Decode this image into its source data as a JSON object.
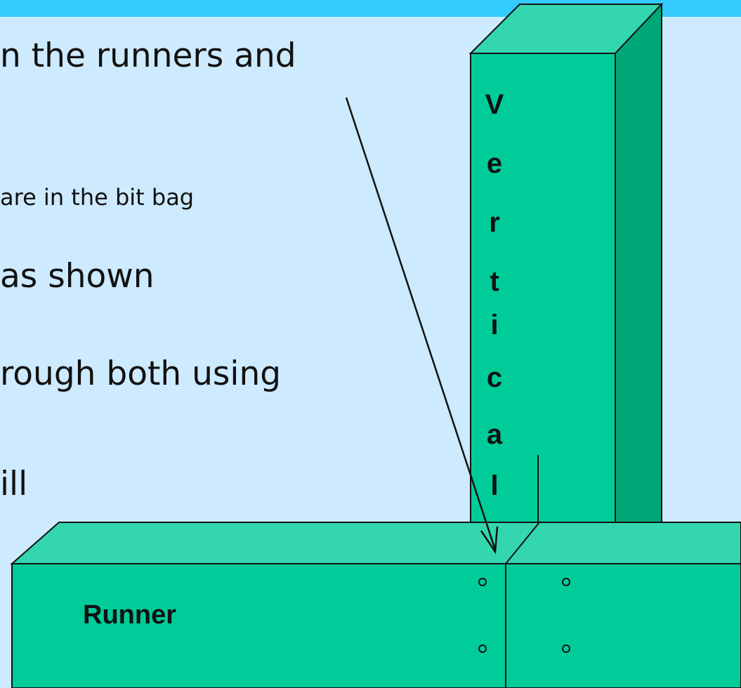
{
  "bullets": [
    {
      "text": "n the runners and"
    },
    {
      "text": "are in the bit bag"
    },
    {
      "text": "as shown"
    },
    {
      "text": "rough both using"
    },
    {
      "text": "ill"
    }
  ],
  "diagram": {
    "vertical_letters": [
      "V",
      "e",
      "r",
      "t",
      "i",
      "c",
      "a",
      "l"
    ],
    "runner_label": "Runner"
  },
  "colors": {
    "background": "#cdeafe",
    "top_bar": "#33ccff",
    "box_front": "#00cc99",
    "box_top": "#33d6ae",
    "box_side": "#00a878"
  }
}
